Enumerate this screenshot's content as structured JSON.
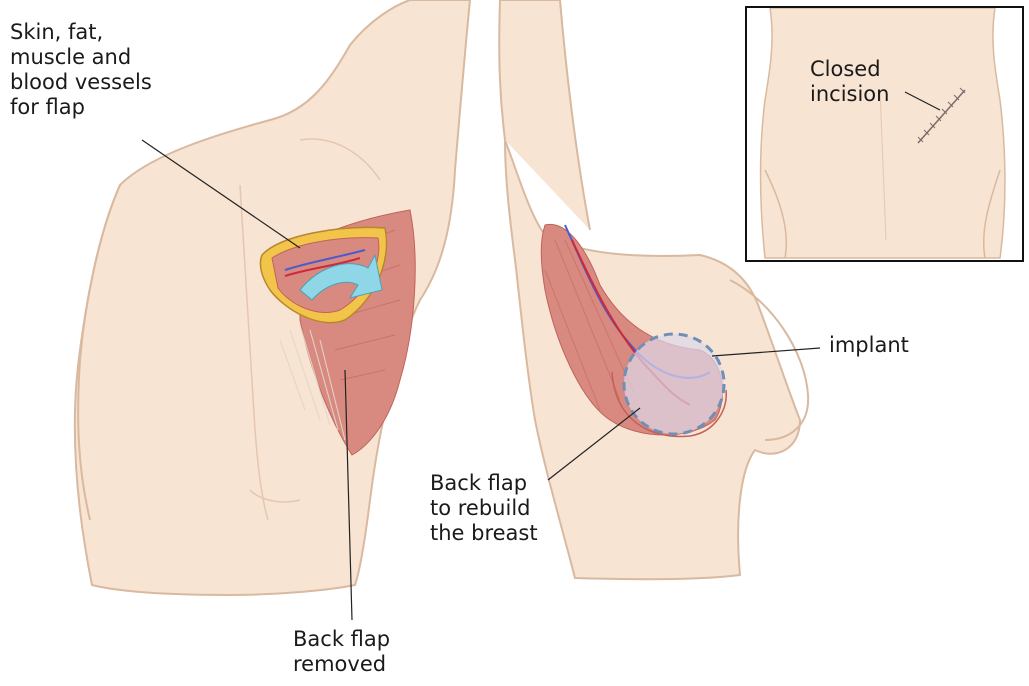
{
  "figure": {
    "labels": {
      "flap_tissue": "Skin, fat,\nmuscle and\nblood vessels\nfor flap",
      "closed_incision": "Closed\nincision",
      "implant": "implant",
      "rebuild": "Back flap\nto rebuild\nthe breast",
      "removed": "Back flap\nremoved"
    },
    "colors": {
      "skin": "#f7e4d3",
      "skin_shadow": "#e9cdb6",
      "outline": "#d9b9a0",
      "muscle": "#d98a80",
      "muscle_dark": "#c0625a",
      "vein": "#4a5ccc",
      "artery": "#cc2a3a",
      "fat": "#f2c44a",
      "arrow": "#8fd6e6",
      "implant": "#ddd8ea",
      "implant_outline": "#6f8fb6",
      "leader": "#222222"
    }
  }
}
